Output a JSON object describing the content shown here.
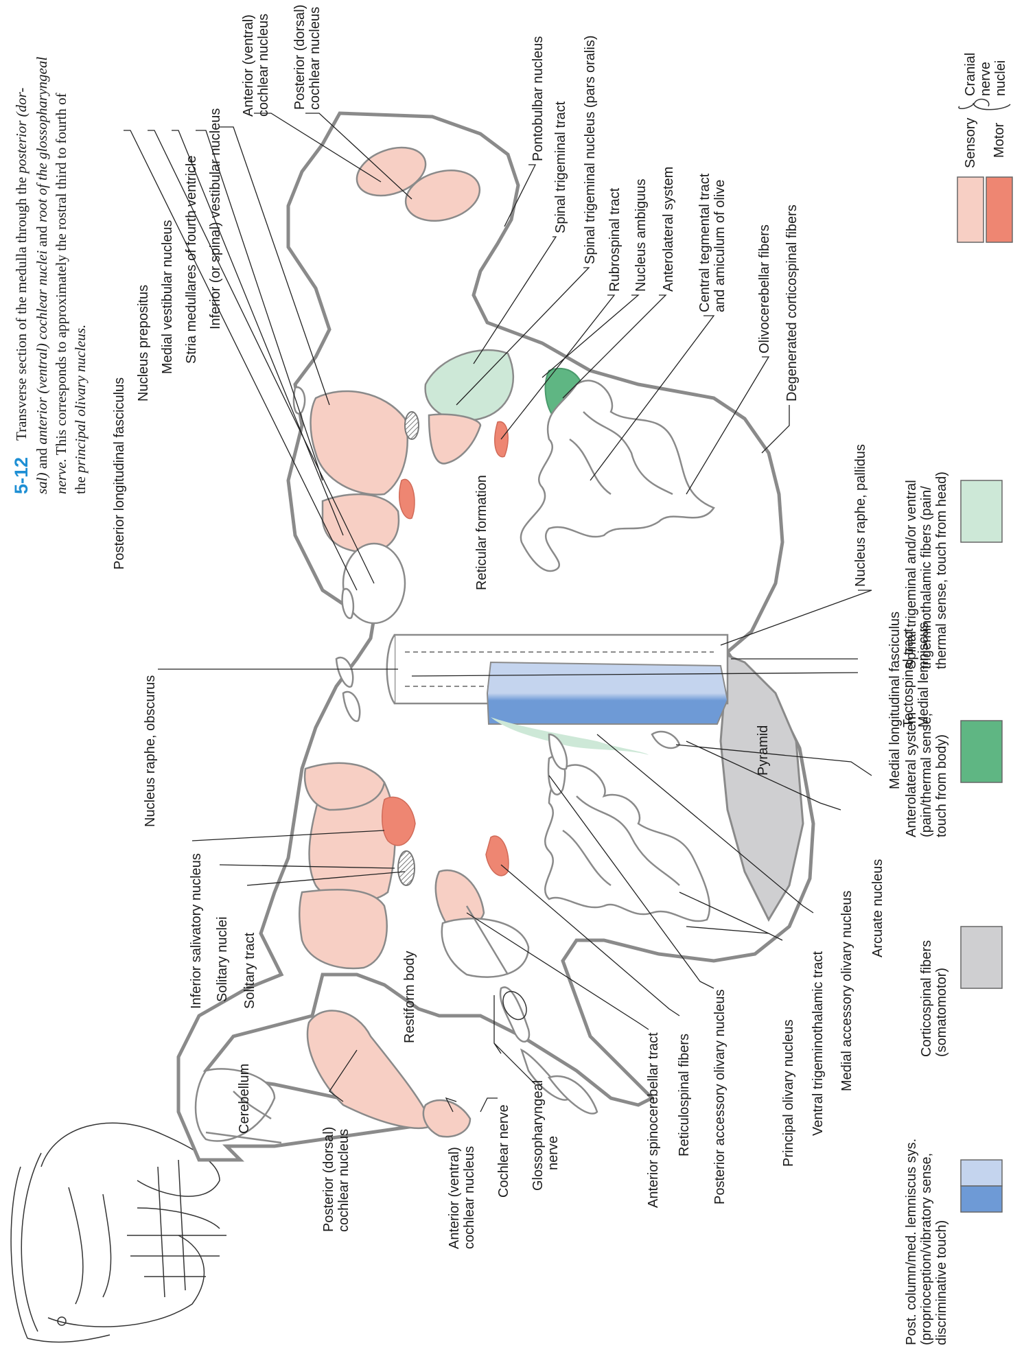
{
  "caption": {
    "figure_number": "5-12",
    "lines": [
      {
        "plain": "Transverse section of the medulla through the ",
        "italic": "posterior (dor-"
      },
      {
        "plain": "",
        "italic": "sal)",
        "plain2": " and ",
        "italic2": "anterior (ventral) cochlear nuclei",
        "plain3": " and ",
        "italic3": "root of the glossopharyngeal"
      },
      {
        "plain": "",
        "italic": "nerve.",
        "plain2": " This corresponds to approximately the rostral third to fourth of"
      },
      {
        "plain": "the ",
        "italic": "principal olivary nucleus."
      }
    ]
  },
  "labels": {
    "anterior_cochlear_right": [
      "Anterior (ventral)",
      "cochlear nucleus"
    ],
    "posterior_cochlear_right": [
      "Posterior (dorsal)",
      "cochlear nucleus"
    ],
    "pontobulbar_nucleus": "Pontobulbar nucleus",
    "spinal_trigeminal_tract": "Spinal trigeminal tract",
    "spinal_trigeminal_nucleus": "Spinal trigeminal nucleus (pars oralis)",
    "rubrospinal_tract": "Rubrospinal tract",
    "nucleus_ambiguus": "Nucleus ambiguus",
    "anterolateral_system": "Anterolateral system",
    "central_tegmental": [
      "Central tegmental tract",
      "and amiculum of olive"
    ],
    "olivocerebellar_fibers": "Olivocerebellar fibers",
    "degenerated_corticospinal": "Degenerated corticospinal fibers",
    "inferior_vestibular_nucleus": "Inferior (or spinal) vestibular nucleus",
    "stria_medullares": "Stria medullares of fourth ventricle",
    "medial_vestibular_nucleus": "Medial vestibular nucleus",
    "nucleus_prepositus": "Nucleus prepositus",
    "posterior_longitudinal_fasciculus": "Posterior longitudinal fasciculus",
    "reticular_formation": "Reticular formation",
    "nucleus_raphe_pallidus": "Nucleus raphe, pallidus",
    "medial_longitudinal_fasciculus": "Medial longitudinal fasciculus",
    "tectospinal_tract": "Tectospinal tract",
    "medial_lemniscus": "Medial lemniscus",
    "nucleus_raphe_obscurus": "Nucleus raphe, obscurus",
    "pyramid": "Pyramid",
    "arcuate_nucleus": "Arcuate nucleus",
    "medial_accessory_olivary": "Medial accessory olivary nucleus",
    "ventral_trigeminothalamic": "Ventral trigeminothalamic tract",
    "principal_olivary": "Principal olivary nucleus",
    "posterior_accessory_olivary": "Posterior accessory olivary nucleus",
    "reticulospinal_fibers": "Reticulospinal fibers",
    "anterior_spinocerebellar": "Anterior spinocerebellar tract",
    "glossopharyngeal_nerve": [
      "Glossopharyngeal",
      "nerve"
    ],
    "cochlear_nerve": "Cochlear nerve",
    "anterior_cochlear_left": [
      "Anterior (ventral)",
      "cochlear nucleus"
    ],
    "posterior_cochlear_left": [
      "Posterior (dorsal)",
      "cochlear nucleus"
    ],
    "cerebellum": "Cerebellum",
    "restiform_body": "Restiform body",
    "solitary_tract": "Solitary tract",
    "solitary_nuclei": "Solitary nuclei",
    "inferior_salivatory": "Inferior salivatory nucleus"
  },
  "legend": {
    "items": [
      {
        "lines": [
          "Post. column/med. lemniscus sys.",
          "(proprioception/vibratory sense,",
          "discriminative touch)"
        ],
        "colors": [
          "#c4d4ee",
          "#6e9ad6"
        ]
      },
      {
        "lines": [
          "Corticospinal fibers",
          "(somatomotor)"
        ],
        "colors": [
          "#cfcfd1"
        ]
      },
      {
        "lines": [
          "Anterolateral system",
          "(pain/thermal sense,",
          "touch from body)"
        ],
        "colors": [
          "#5fb683"
        ]
      },
      {
        "lines": [
          "Spinal trigeminal and/or ventral",
          "trigeminothalamic fibers (pain/",
          "thermal sense, touch from head)"
        ],
        "colors": [
          "#cde8d7"
        ]
      }
    ],
    "cranial_nerve_nuclei": {
      "sensory_label": "Sensory",
      "motor_label": "Motor",
      "group_label": [
        "Cranial",
        "nerve",
        "nuclei"
      ],
      "sensory_color": "#f7cfc4",
      "motor_color": "#ee8672"
    }
  },
  "colors": {
    "sensory": "#f7cfc4",
    "motor": "#ee8672",
    "lemniscus_light": "#c4d4ee",
    "lemniscus_dark": "#6e9ad6",
    "corticospinal": "#cfcfd1",
    "anterolateral": "#5fb683",
    "trigeminal": "#cde8d7",
    "outline": "#8a8a8a",
    "figure_number": "#1e8fd4"
  }
}
